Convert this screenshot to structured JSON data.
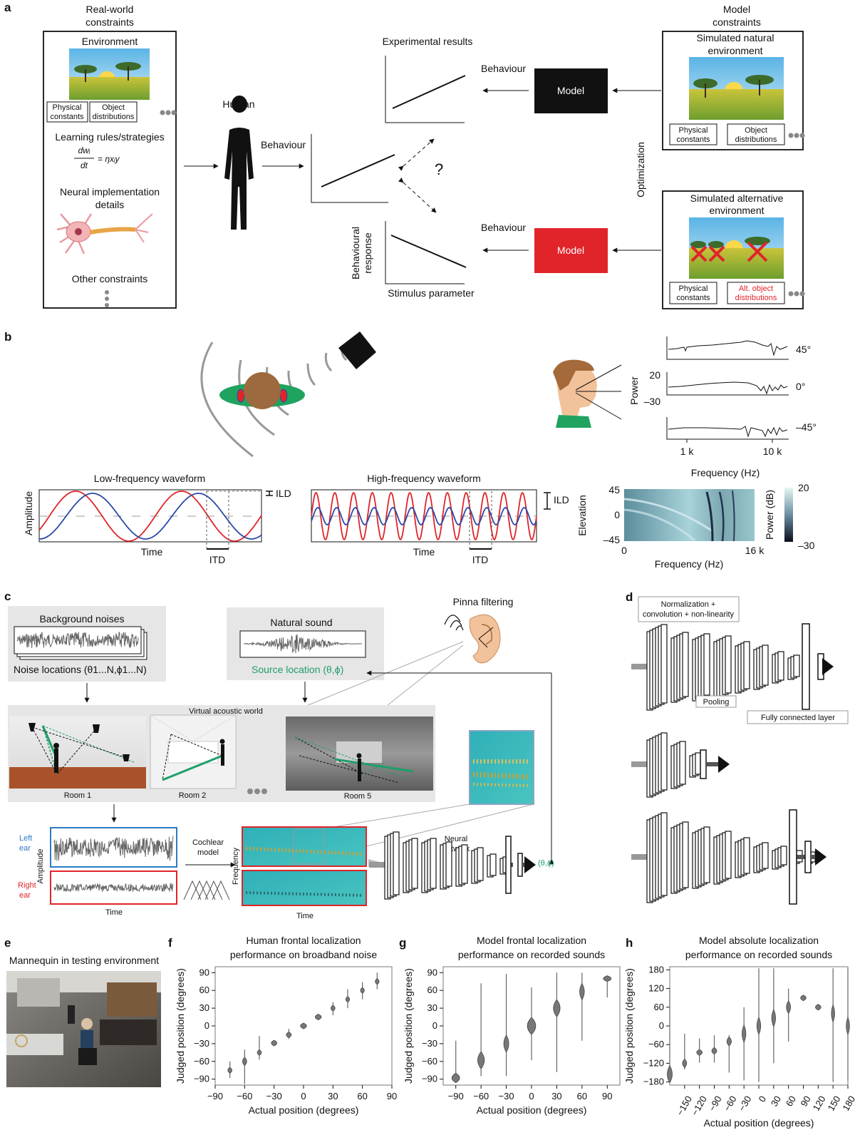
{
  "panels": {
    "a": "a",
    "b": "b",
    "c": "c",
    "d": "d",
    "e": "e",
    "f": "f",
    "g": "g",
    "h": "h"
  },
  "a": {
    "real_world": "Real-world",
    "constraints": "constraints",
    "environment": "Environment",
    "physical": "Physical",
    "constants": "constants",
    "object": "Object",
    "distributions": "distributions",
    "learning": "Learning rules/strategies",
    "equation_num": "dwᵢ",
    "equation_den": "dt",
    "equation_rhs": "= ηxᵢy",
    "neural_impl": "Neural implementation",
    "details": "details",
    "other": "Other constraints",
    "human": "Human",
    "behaviour": "Behaviour",
    "experimental": "Experimental results",
    "question": "?",
    "model": "Model",
    "model_constraints": "Model",
    "model_constraints2": "constraints",
    "sim_natural": "Simulated natural",
    "environment_lower": "environment",
    "sim_alt": "Simulated alternative",
    "alt_object": "Alt. object",
    "optimization": "Optimization",
    "behavioural": "Behavioural",
    "response": "response",
    "stimulus": "Stimulus parameter"
  },
  "b": {
    "deg45": "45°",
    "deg0": "0°",
    "degm45": "–45°",
    "power": "Power",
    "p20": "20",
    "pm30": "–30",
    "f1k": "1 k",
    "f10k": "10 k",
    "frequency": "Frequency (Hz)",
    "low": "Low-frequency waveform",
    "high": "High-frequency waveform",
    "amplitude": "Amplitude",
    "time": "Time",
    "ild": "ILD",
    "itd": "ITD",
    "elevation": "Elevation",
    "e45": "45",
    "e0": "0",
    "em45": "–45",
    "x0": "0",
    "x16k": "16 k",
    "power_db": "Power (dB)",
    "c20": "20",
    "cm30": "–30"
  },
  "c": {
    "background": "Background noises",
    "noise_loc": "Noise locations (θ1...N,ϕ1...N)",
    "natural": "Natural sound",
    "source_loc": "Source location (θ,ϕ)",
    "pinna": "Pinna filtering",
    "virtual": "Virtual acoustic world",
    "room1": "Room 1",
    "room2": "Room 2",
    "room5": "Room 5",
    "left": "Left",
    "right": "Right",
    "ear": "ear",
    "amplitude": "Amplitude",
    "time": "Time",
    "cochlear": "Cochlear",
    "model": "model",
    "frequency": "Frequency",
    "neural": "Neural",
    "network": "network",
    "output": "(θ,ϕ)"
  },
  "d": {
    "norm1": "Normalization +",
    "norm2": "convolution + non-linearity",
    "pooling": "Pooling",
    "fc": "Fully connected layer"
  },
  "e": {
    "title": "Mannequin in testing environment"
  },
  "colors": {
    "red": "#e0242a",
    "blue": "#2b4aa8",
    "green": "#1e9e6a",
    "cyan": "#3fb8c8",
    "black": "#111111",
    "lightgray": "#e6e6e6"
  },
  "chart_data": [
    {
      "type": "violin",
      "title": "Human frontal localization\nperformance on broadband noise",
      "xlabel": "Actual position (degrees)",
      "ylabel": "Judged position (degrees)",
      "xlim": [
        -90,
        90
      ],
      "ylim": [
        -100,
        100
      ],
      "xticks": [
        -90,
        -60,
        -30,
        0,
        30,
        60,
        90
      ],
      "yticks": [
        -90,
        -60,
        -30,
        0,
        30,
        60,
        90
      ],
      "x": [
        -75,
        -60,
        -45,
        -30,
        -15,
        0,
        15,
        30,
        45,
        60,
        75
      ],
      "median": [
        -75,
        -60,
        -45,
        -29,
        -15,
        0,
        15,
        30,
        45,
        60,
        75
      ],
      "low": [
        -88,
        -98,
        -57,
        -31,
        -22,
        -3,
        13,
        18,
        30,
        45,
        62
      ],
      "high": [
        -60,
        -40,
        -17,
        -26,
        -5,
        2,
        17,
        40,
        62,
        74,
        90
      ],
      "width": [
        0.35,
        0.35,
        0.35,
        0.6,
        0.5,
        0.7,
        0.7,
        0.35,
        0.3,
        0.3,
        0.3
      ]
    },
    {
      "type": "violin",
      "title": "Model frontal localization\nperformance on recorded sounds",
      "xlabel": "Actual position (degrees)",
      "ylabel": "Judged position (degrees)",
      "xlim": [
        -105,
        105
      ],
      "ylim": [
        -100,
        100
      ],
      "xticks": [
        -90,
        -60,
        -30,
        0,
        30,
        60,
        90
      ],
      "yticks": [
        -90,
        -60,
        -30,
        0,
        30,
        60,
        90
      ],
      "x": [
        -90,
        -60,
        -30,
        0,
        30,
        60,
        90
      ],
      "median": [
        -88,
        -58,
        -30,
        0,
        30,
        58,
        80
      ],
      "low": [
        -92,
        -85,
        -85,
        -58,
        -78,
        -25,
        48
      ],
      "high": [
        -25,
        72,
        88,
        65,
        90,
        90,
        84
      ],
      "width": [
        1.0,
        0.8,
        0.5,
        1.1,
        0.8,
        0.45,
        1.0
      ]
    },
    {
      "type": "violin",
      "title": "Model absolute localization\nperformance on recorded sounds",
      "xlabel": "Actual position (degrees)",
      "ylabel": "Judged position (degrees)",
      "xlim": [
        -180,
        180
      ],
      "ylim": [
        -190,
        190
      ],
      "xticks": [
        -150,
        -120,
        -90,
        -60,
        -30,
        0,
        30,
        60,
        90,
        120,
        150,
        180
      ],
      "yticks": [
        -180,
        -120,
        -60,
        0,
        60,
        120,
        180
      ],
      "x": [
        -180,
        -150,
        -120,
        -90,
        -60,
        -30,
        0,
        30,
        60,
        90,
        120,
        150,
        180
      ],
      "median": [
        -155,
        -120,
        -85,
        -80,
        -50,
        -25,
        0,
        25,
        60,
        90,
        60,
        40,
        0
      ],
      "low": [
        -175,
        -140,
        -118,
        -118,
        -150,
        -175,
        -180,
        -120,
        -50,
        80,
        55,
        -180,
        -175
      ],
      "high": [
        125,
        -25,
        -40,
        -30,
        -30,
        60,
        185,
        185,
        120,
        95,
        68,
        185,
        185
      ],
      "width": [
        0.5,
        0.35,
        0.6,
        0.5,
        0.4,
        0.3,
        0.3,
        0.3,
        0.35,
        0.6,
        0.6,
        0.2,
        0.2
      ]
    }
  ]
}
